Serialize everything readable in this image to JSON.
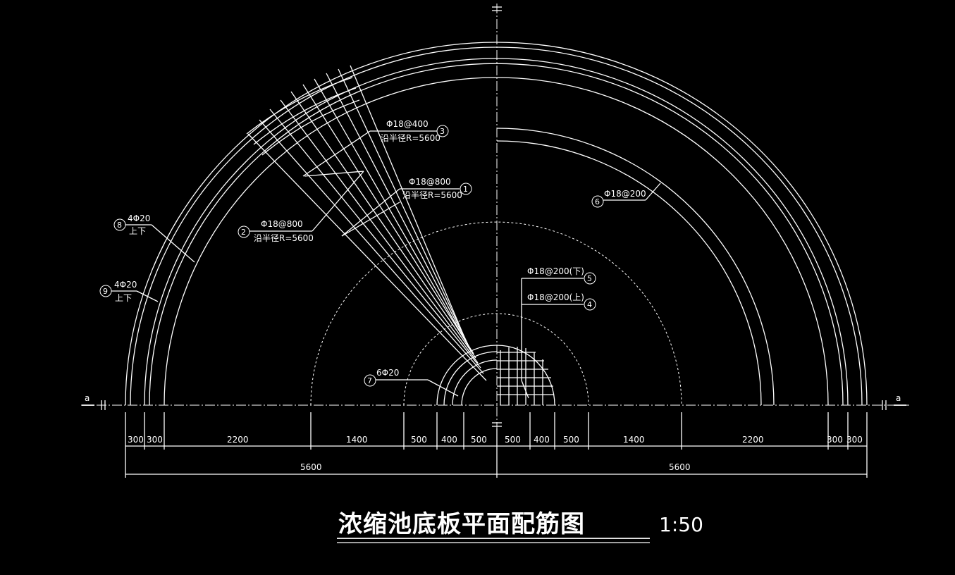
{
  "title": "浓缩池底板平面配筋图",
  "scale": "1:50",
  "section_mark_left": "a",
  "section_mark_right": "a",
  "dimensions_segments": [
    "300",
    "300",
    "2200",
    "1400",
    "500",
    "400",
    "500",
    "500",
    "400",
    "500",
    "1400",
    "2200",
    "300",
    "300"
  ],
  "dimensions_total": [
    "5600",
    "5600"
  ],
  "callouts": [
    {
      "id": "3",
      "line1": "Φ18@400",
      "line2": "沿半径R=5600"
    },
    {
      "id": "1",
      "line1": "Φ18@800",
      "line2": "沿半径R=5600"
    },
    {
      "id": "2",
      "line1": "Φ18@800",
      "line2": "沿半径R=5600"
    },
    {
      "id": "6",
      "line1": "Φ18@200",
      "line2": ""
    },
    {
      "id": "5",
      "line1": "Φ18@200(下)",
      "line2": ""
    },
    {
      "id": "4",
      "line1": "Φ18@200(上)",
      "line2": ""
    },
    {
      "id": "7",
      "line1": "6Φ20",
      "line2": ""
    },
    {
      "id": "8",
      "line1": "4Φ20",
      "line2": "上下"
    },
    {
      "id": "9",
      "line1": "4Φ20",
      "line2": "上下"
    }
  ]
}
